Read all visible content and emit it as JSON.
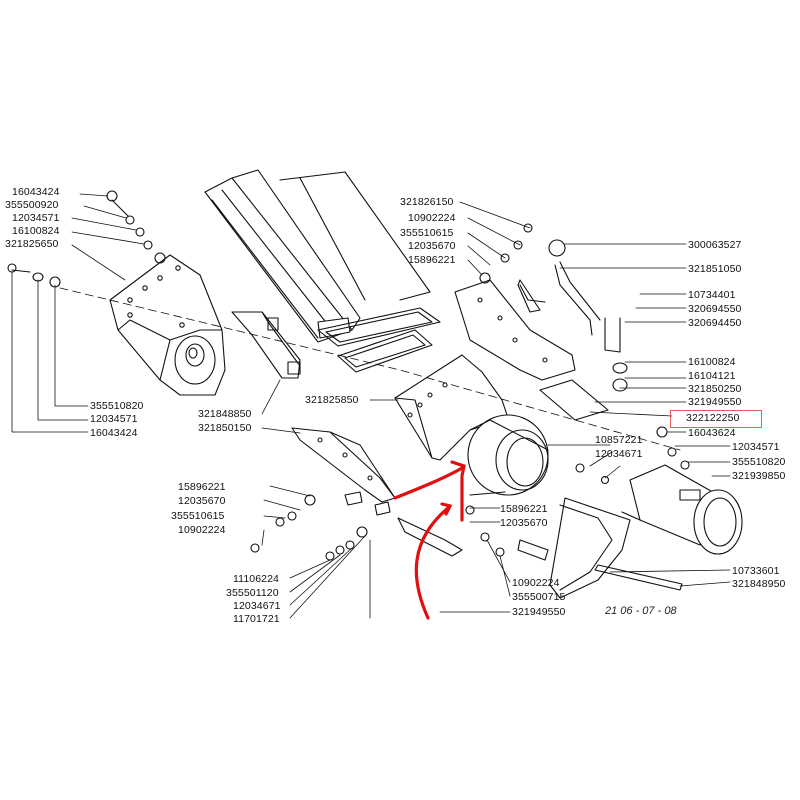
{
  "diagram": {
    "reference": "21 06 - 07 - 08",
    "highlighted_part": "322122250",
    "parts": [
      "16043424",
      "355500920",
      "12034571",
      "16100824",
      "321825650",
      "355510820",
      "12034571",
      "16043424",
      "321848850",
      "321850150",
      "321825850",
      "321826150",
      "10902224",
      "355510615",
      "12035670",
      "15896221",
      "300063527",
      "321851050",
      "10734401",
      "320694550",
      "320694450",
      "16100824",
      "16104121",
      "321850250",
      "321949550",
      "322122250",
      "16043624",
      "12034571",
      "355510820",
      "321939850",
      "10857221",
      "12034671",
      "15896221",
      "12035670",
      "355510615",
      "10902224",
      "15896221",
      "12035670",
      "11106224",
      "355501120",
      "12034671",
      "11701721",
      "10902224",
      "355500715",
      "321949550",
      "10733601",
      "321848950"
    ]
  },
  "colors": {
    "annotation_arrow": "#e01010",
    "highlight_box": "#e06060",
    "line": "#111111"
  }
}
